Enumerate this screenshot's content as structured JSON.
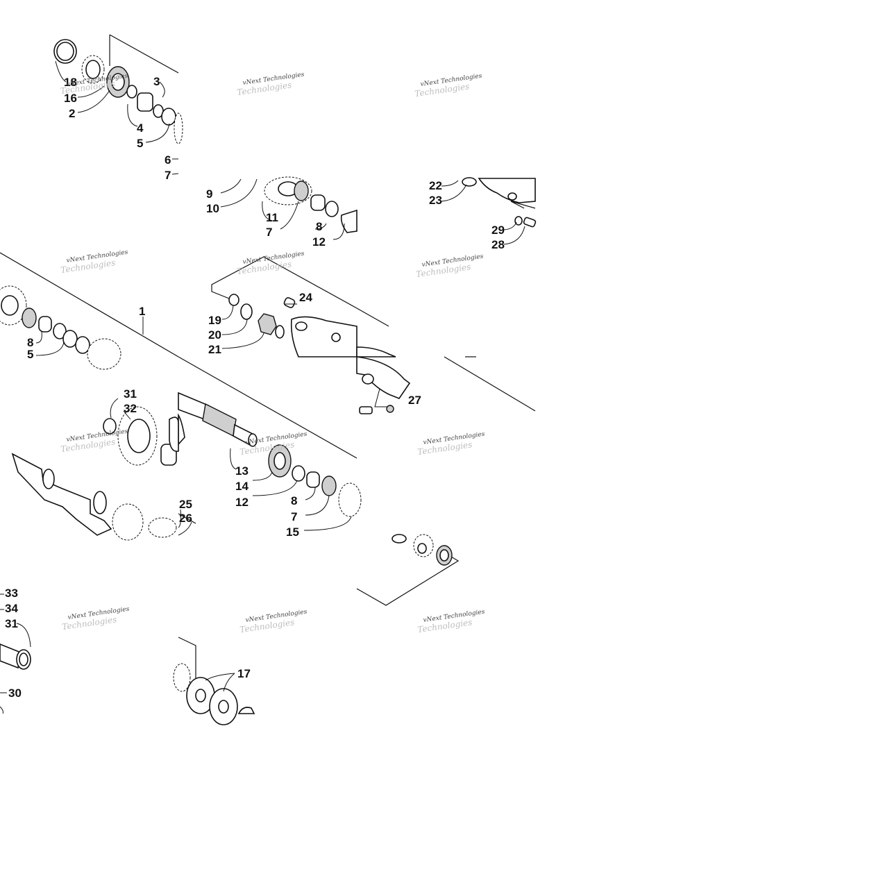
{
  "watermark": {
    "line1": "vNext Technologies",
    "line2": "Technologies"
  },
  "callouts": {
    "c18": "18",
    "c16": "16",
    "c2": "2",
    "c3": "3",
    "c4": "4",
    "c5": "5",
    "c6": "6",
    "c7a": "7",
    "c9": "9",
    "c10": "10",
    "c11": "11",
    "c7b": "7",
    "c8a": "8",
    "c12a": "12",
    "c22": "22",
    "c23": "23",
    "c29": "29",
    "c28": "28",
    "c1": "1",
    "c8b": "8",
    "c5b": "5",
    "c24": "24",
    "c19": "19",
    "c20": "20",
    "c21": "21",
    "c27": "27",
    "c31a": "31",
    "c32": "32",
    "c25": "25",
    "c26": "26",
    "c13": "13",
    "c14": "14",
    "c12b": "12",
    "c8c": "8",
    "c7c": "7",
    "c15": "15",
    "c33": "33",
    "c34": "34",
    "c31b": "31",
    "c30": "30",
    "c17": "17"
  }
}
